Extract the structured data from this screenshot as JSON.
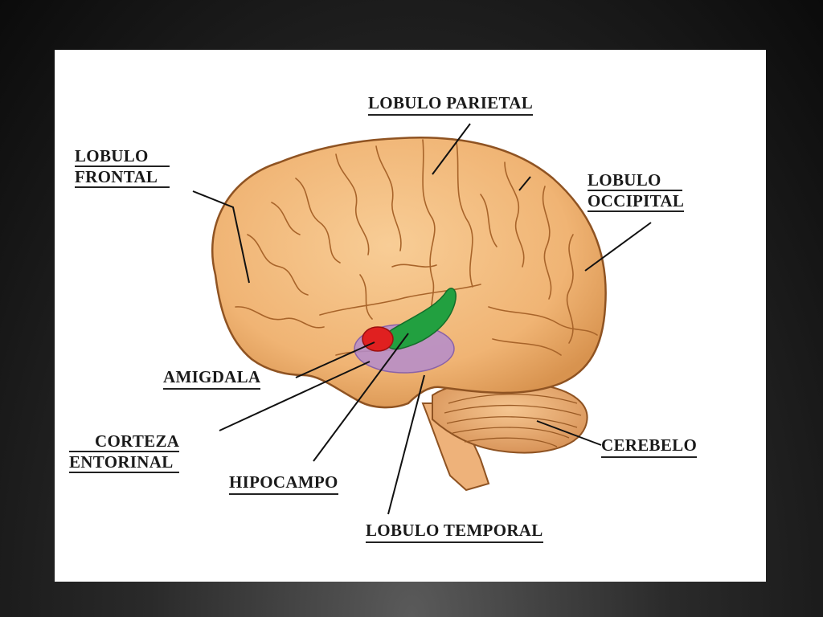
{
  "colors": {
    "frame_background": "#1a1a1a",
    "panel_background": "#ffffff",
    "brain": "#f2b676",
    "brain_outline": "#9a5a24",
    "amygdala": "#e02020",
    "hippocampus": "#1f9a3a",
    "entorhinal_cortex": "#a87fc0",
    "cerebellum": "#e8ad72"
  },
  "labels": {
    "parietal": "LOBULO PARIETAL",
    "frontal": [
      "LOBULO",
      "FRONTAL"
    ],
    "occipital": [
      "LOBULO",
      "OCCIPITAL"
    ],
    "amygdala": "AMIGDALA",
    "entorhinal": [
      "CORTEZA",
      "ENTORINAL"
    ],
    "hippocampus": "HIPOCAMPO",
    "temporal": "LOBULO TEMPORAL",
    "cerebellum": "CEREBELO"
  }
}
